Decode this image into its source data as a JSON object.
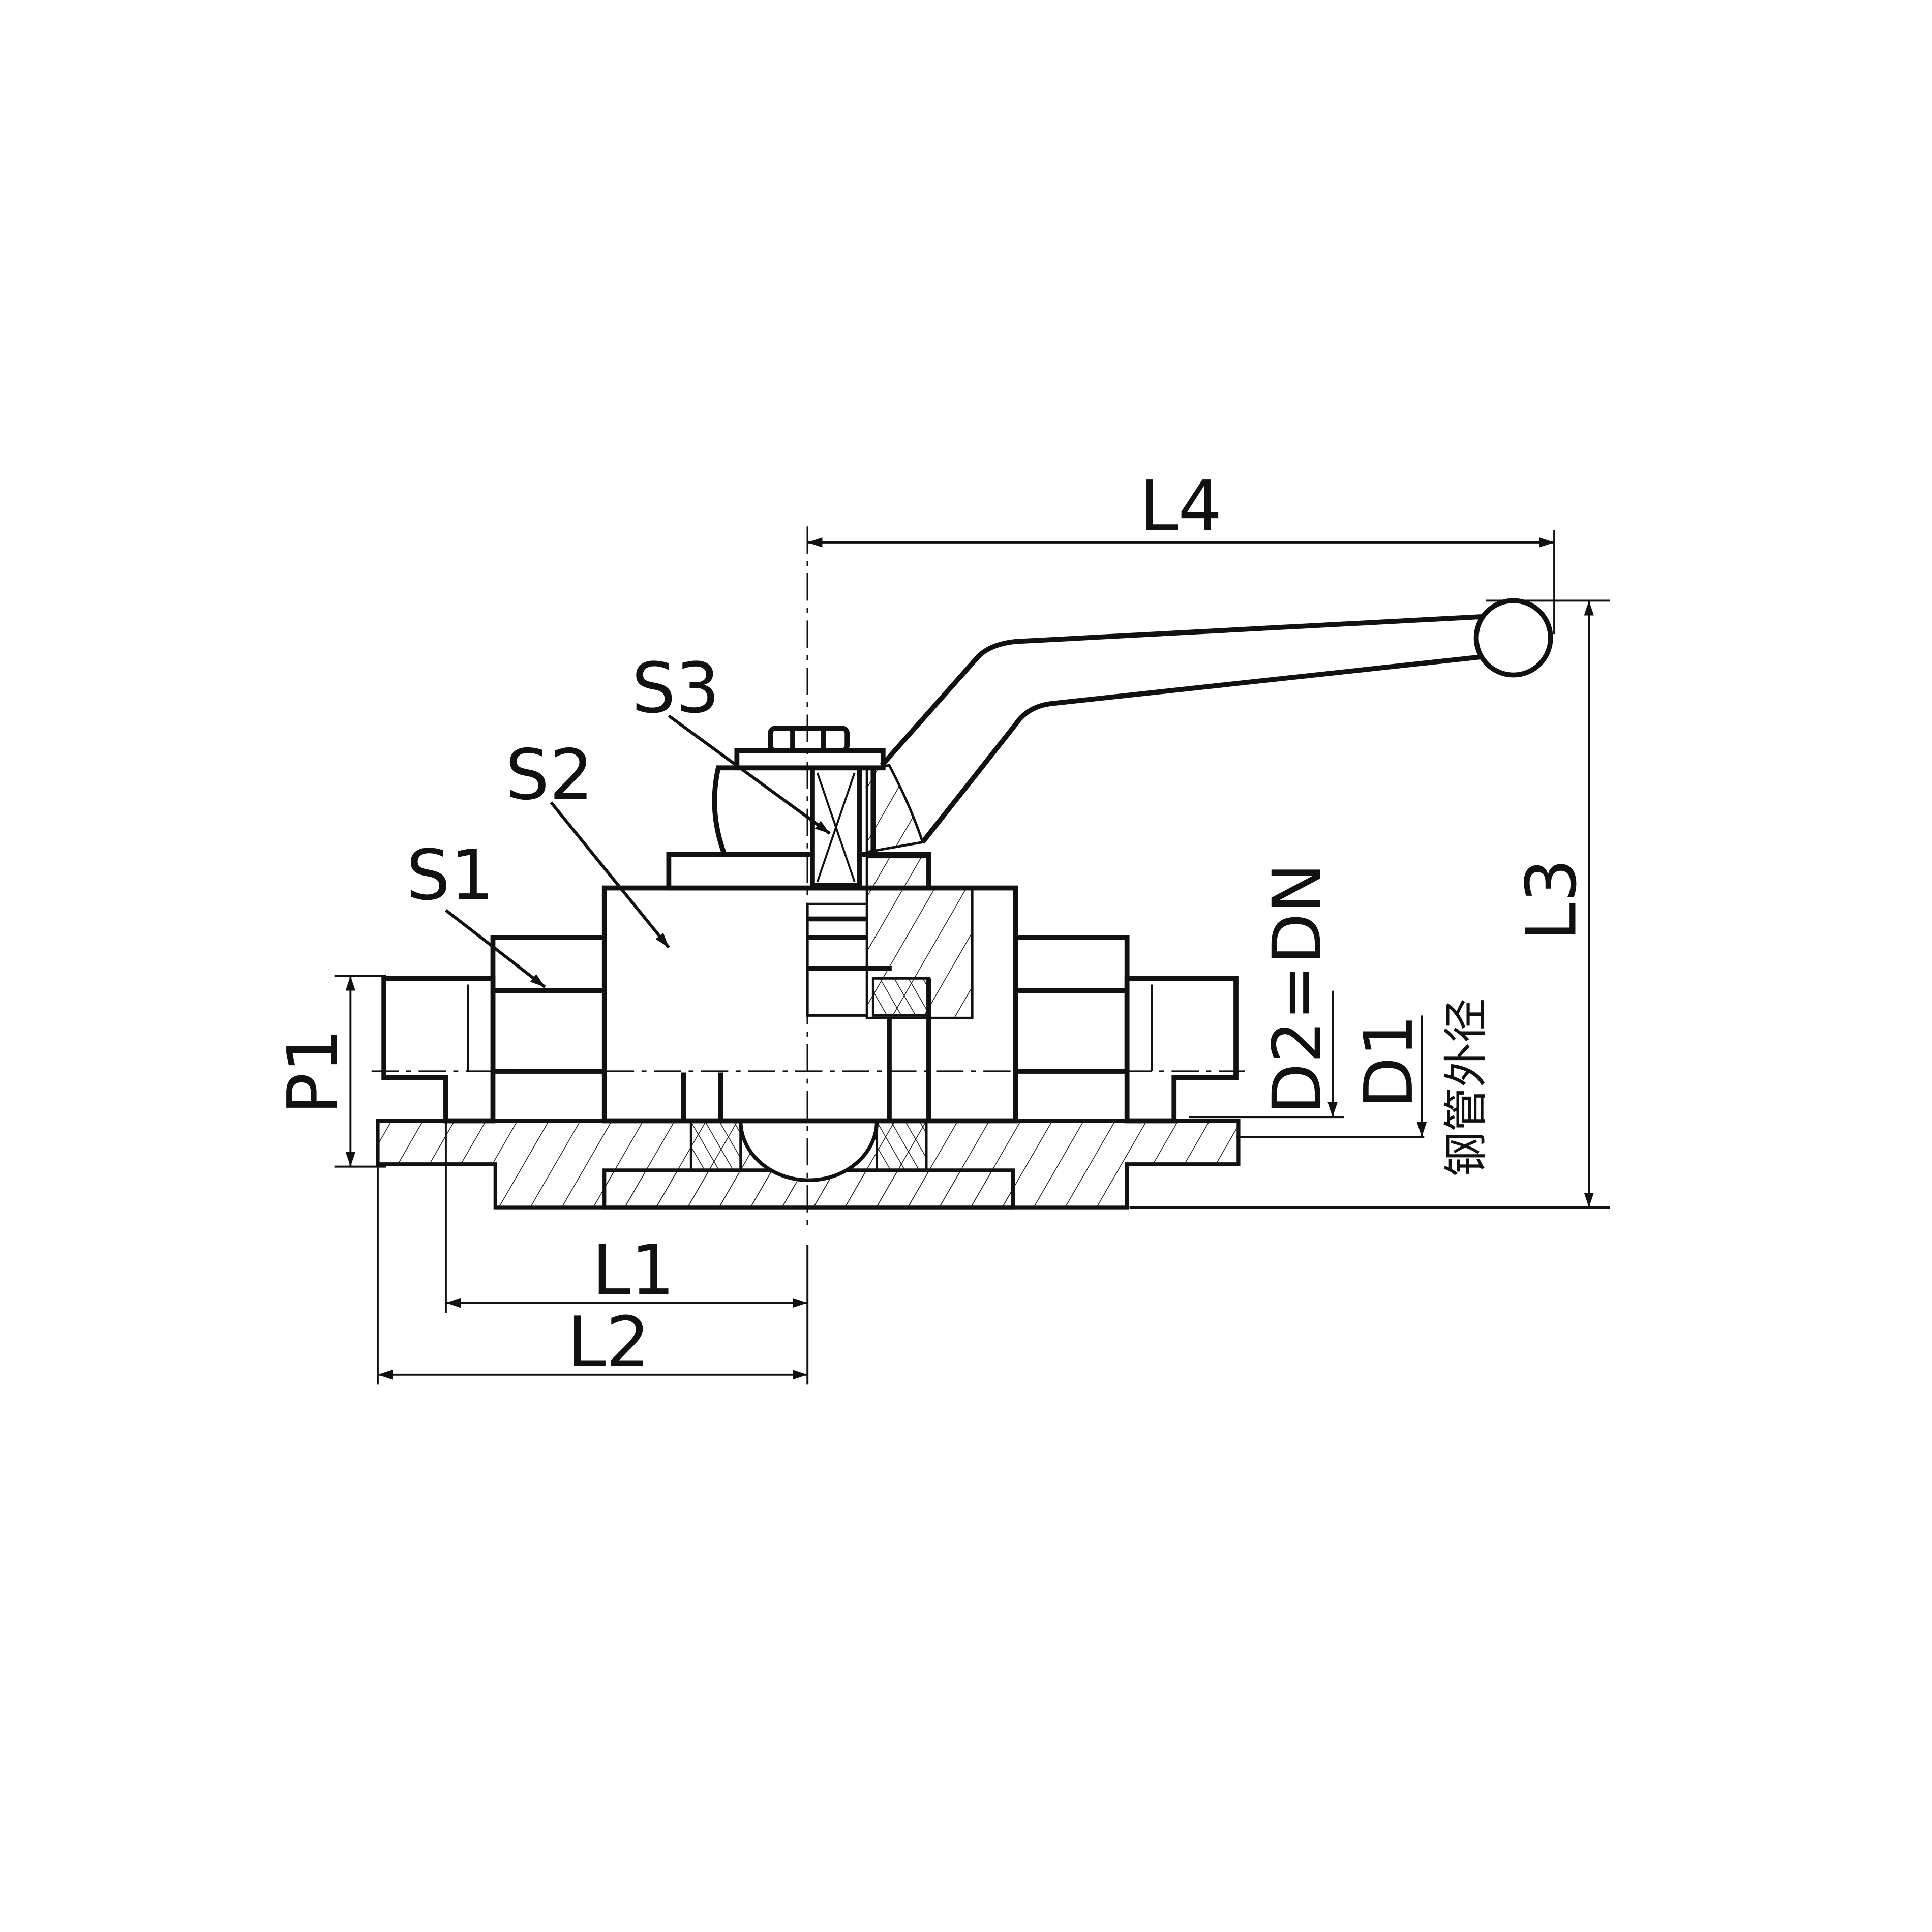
{
  "drawing": {
    "title": "Ball valve with pipe thread ends - dimension drawing",
    "colors": {
      "line": "#111111",
      "background": "#ffffff"
    }
  },
  "labels": {
    "s1": "S1",
    "s2": "S2",
    "s3": "S3",
    "p1": "P1",
    "l1": "L1",
    "l2": "L2",
    "l3": "L3",
    "l4": "L4",
    "d2": "D2=DN",
    "d1": "D1",
    "pipe_od": "钢管外径"
  }
}
